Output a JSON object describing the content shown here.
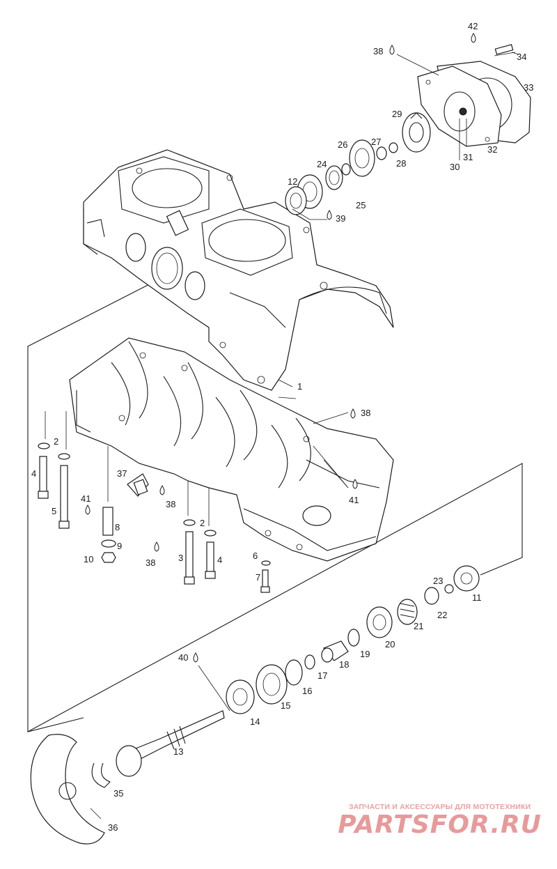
{
  "diagram": {
    "part_numbers": [
      "1",
      "2",
      "3",
      "4",
      "5",
      "6",
      "7",
      "8",
      "9",
      "10",
      "11",
      "12",
      "13",
      "14",
      "15",
      "16",
      "17",
      "18",
      "19",
      "20",
      "21",
      "22",
      "23",
      "24",
      "25",
      "26",
      "27",
      "28",
      "29",
      "30",
      "31",
      "32",
      "33",
      "34",
      "35",
      "36",
      "37",
      "38",
      "39",
      "40",
      "41",
      "42"
    ]
  },
  "labels": {
    "p1": "1",
    "p2a": "2",
    "p2b": "2",
    "p3": "3",
    "p4a": "4",
    "p4b": "4",
    "p5": "5",
    "p6": "6",
    "p7": "7",
    "p8": "8",
    "p9": "9",
    "p10": "10",
    "p11": "11",
    "p12": "12",
    "p13": "13",
    "p14": "14",
    "p15": "15",
    "p16": "16",
    "p17": "17",
    "p18": "18",
    "p19": "19",
    "p20": "20",
    "p21": "21",
    "p22": "22",
    "p23": "23",
    "p24": "24",
    "p25": "25",
    "p26": "26",
    "p27": "27",
    "p28": "28",
    "p29": "29",
    "p30": "30",
    "p31": "31",
    "p32": "32",
    "p33": "33",
    "p34": "34",
    "p35": "35",
    "p36": "36",
    "p37": "37",
    "p38a": "38",
    "p38b": "38",
    "p38c": "38",
    "p38d": "38",
    "p39": "39",
    "p40": "40",
    "p41a": "41",
    "p41b": "41",
    "p42": "42"
  },
  "watermark": {
    "tagline": "ЗАПЧАСТИ И АКСЕССУАРЫ ДЛЯ МОТОТЕХНИКИ",
    "brand": "PARTSFOR.RU"
  },
  "colors": {
    "line": "#1a1a1a",
    "background": "#ffffff",
    "watermark": "#e89a9a"
  }
}
